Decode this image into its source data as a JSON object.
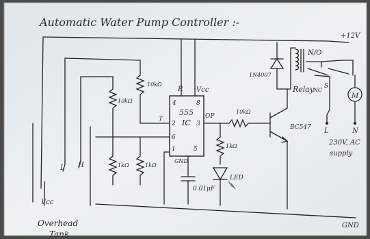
{
  "title": "Automatic Water Pump Controller :-",
  "labels": {
    "vplus": "+12V",
    "gnd": "GND",
    "r10k_a": "10kΩ",
    "r10k_b": "10kΩ",
    "r10k_c": "10kΩ",
    "r1k_a": "1kΩ",
    "r1k_b": "1kΩ",
    "r1k_c": "1kΩ",
    "ic_name": "555",
    "ic_sub": "IC",
    "pin_r": "R",
    "pin_vcc": "Vcc",
    "pin_4": "4",
    "pin_8": "8",
    "pin_2": "2",
    "pin_3": "3",
    "pin_6": "6",
    "pin_1": "1",
    "pin_5": "5",
    "pin_t": "T",
    "pin_op": "OP",
    "ic_gnd": "GND",
    "cap": "0.01μF",
    "led": "LED",
    "diode": "1N4007",
    "relay": "Relay",
    "nc": "NC",
    "no": "N/O",
    "switch": "S",
    "motor": "M",
    "transistor": "BC547",
    "l": "L",
    "n": "N",
    "supply1": "230V, AC",
    "supply2": "supply",
    "probe_l": "L",
    "probe_h": "H",
    "probe_vcc": "Vcc",
    "tank1": "Overhead",
    "tank2": "Tank"
  },
  "colors": {
    "paper": "#e9eef0",
    "ink": "#222222",
    "frame": "#4a4a48"
  }
}
